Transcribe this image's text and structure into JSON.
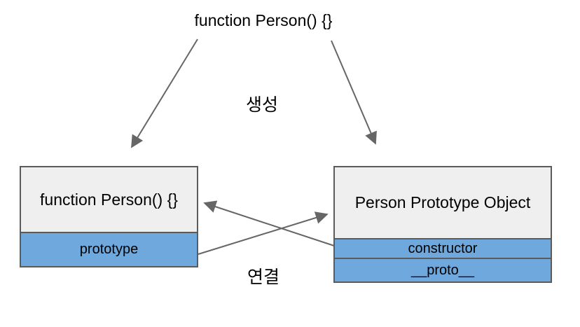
{
  "diagram": {
    "title": "function Person() {}",
    "labels": {
      "create": "생성",
      "link": "연결"
    },
    "left_box": {
      "header": "function Person() {}",
      "rows": [
        "prototype"
      ]
    },
    "right_box": {
      "header": "Person Prototype Object",
      "rows": [
        "constructor",
        "__proto__"
      ]
    },
    "colors": {
      "background": "#ffffff",
      "box_fill": "#efefef",
      "row_fill": "#6fa8dc",
      "border": "#5b5b5b",
      "arrow": "#666666",
      "text": "#000000"
    }
  }
}
